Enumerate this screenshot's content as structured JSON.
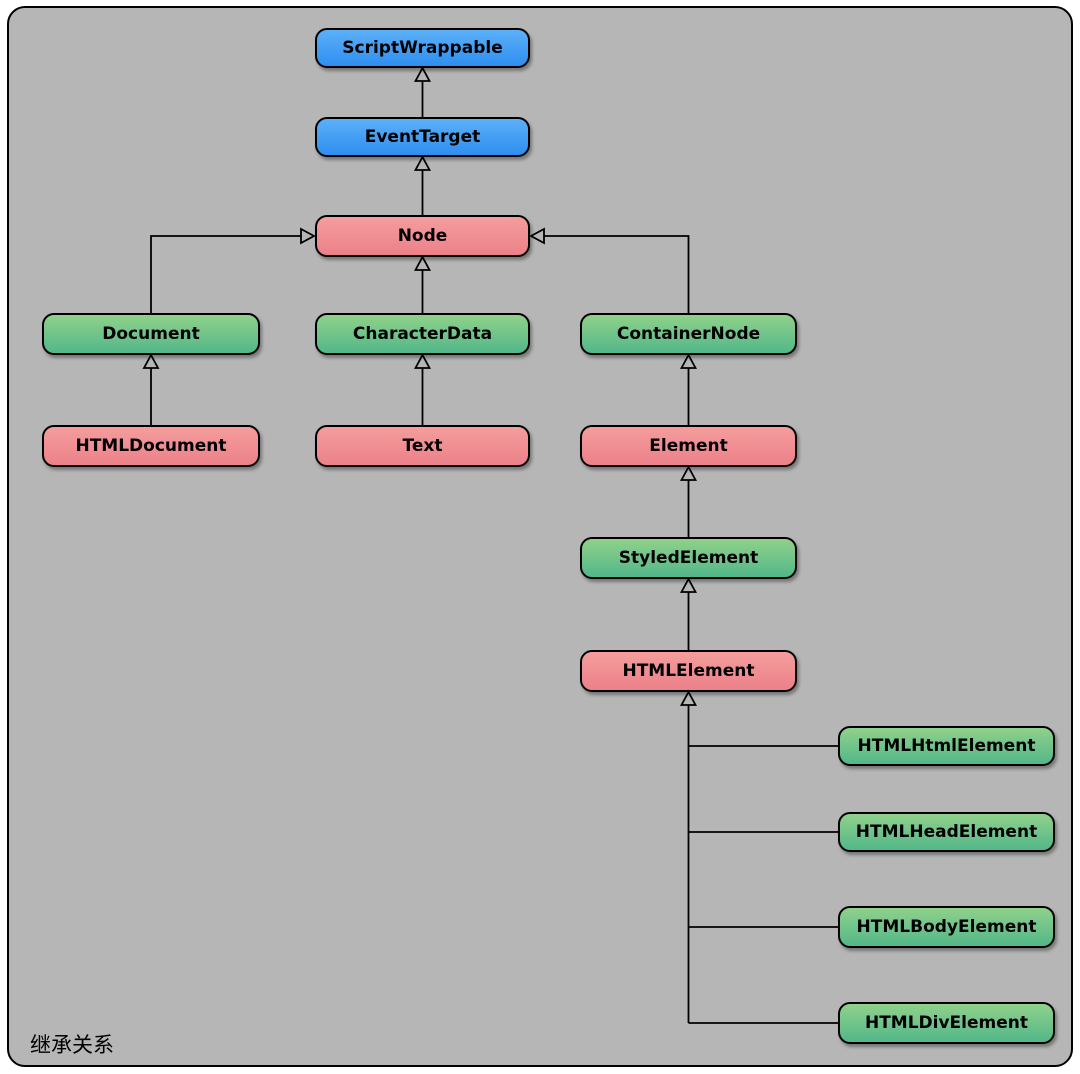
{
  "diagram": {
    "caption": "继承关系",
    "colors": {
      "background": "#b6b6b6",
      "blue_top": "#5cb0f8",
      "blue_bottom": "#2e8ef0",
      "red_top": "#f49d9d",
      "red_bottom": "#ec8189",
      "green_top": "#90d18a",
      "green_bottom": "#52b789",
      "border": "#000000"
    },
    "nodes": [
      {
        "label": "ScriptWrappable",
        "color": "blue"
      },
      {
        "label": "EventTarget",
        "color": "blue"
      },
      {
        "label": "Node",
        "color": "red"
      },
      {
        "label": "Document",
        "color": "green"
      },
      {
        "label": "CharacterData",
        "color": "green"
      },
      {
        "label": "ContainerNode",
        "color": "green"
      },
      {
        "label": "HTMLDocument",
        "color": "red"
      },
      {
        "label": "Text",
        "color": "red"
      },
      {
        "label": "Element",
        "color": "red"
      },
      {
        "label": "StyledElement",
        "color": "green"
      },
      {
        "label": "HTMLElement",
        "color": "red"
      },
      {
        "label": "HTMLHtmlElement",
        "color": "green"
      },
      {
        "label": "HTMLHeadElement",
        "color": "green"
      },
      {
        "label": "HTMLBodyElement",
        "color": "green"
      },
      {
        "label": "HTMLDivElement",
        "color": "green"
      }
    ],
    "edges": [
      {
        "from": "EventTarget",
        "to": "ScriptWrappable"
      },
      {
        "from": "Node",
        "to": "EventTarget"
      },
      {
        "from": "Document",
        "to": "Node"
      },
      {
        "from": "CharacterData",
        "to": "Node"
      },
      {
        "from": "ContainerNode",
        "to": "Node"
      },
      {
        "from": "HTMLDocument",
        "to": "Document"
      },
      {
        "from": "Text",
        "to": "CharacterData"
      },
      {
        "from": "Element",
        "to": "ContainerNode"
      },
      {
        "from": "StyledElement",
        "to": "Element"
      },
      {
        "from": "HTMLElement",
        "to": "StyledElement"
      },
      {
        "from": "HTMLHtmlElement",
        "to": "HTMLElement"
      },
      {
        "from": "HTMLHeadElement",
        "to": "HTMLElement"
      },
      {
        "from": "HTMLBodyElement",
        "to": "HTMLElement"
      },
      {
        "from": "HTMLDivElement",
        "to": "HTMLElement"
      }
    ]
  }
}
